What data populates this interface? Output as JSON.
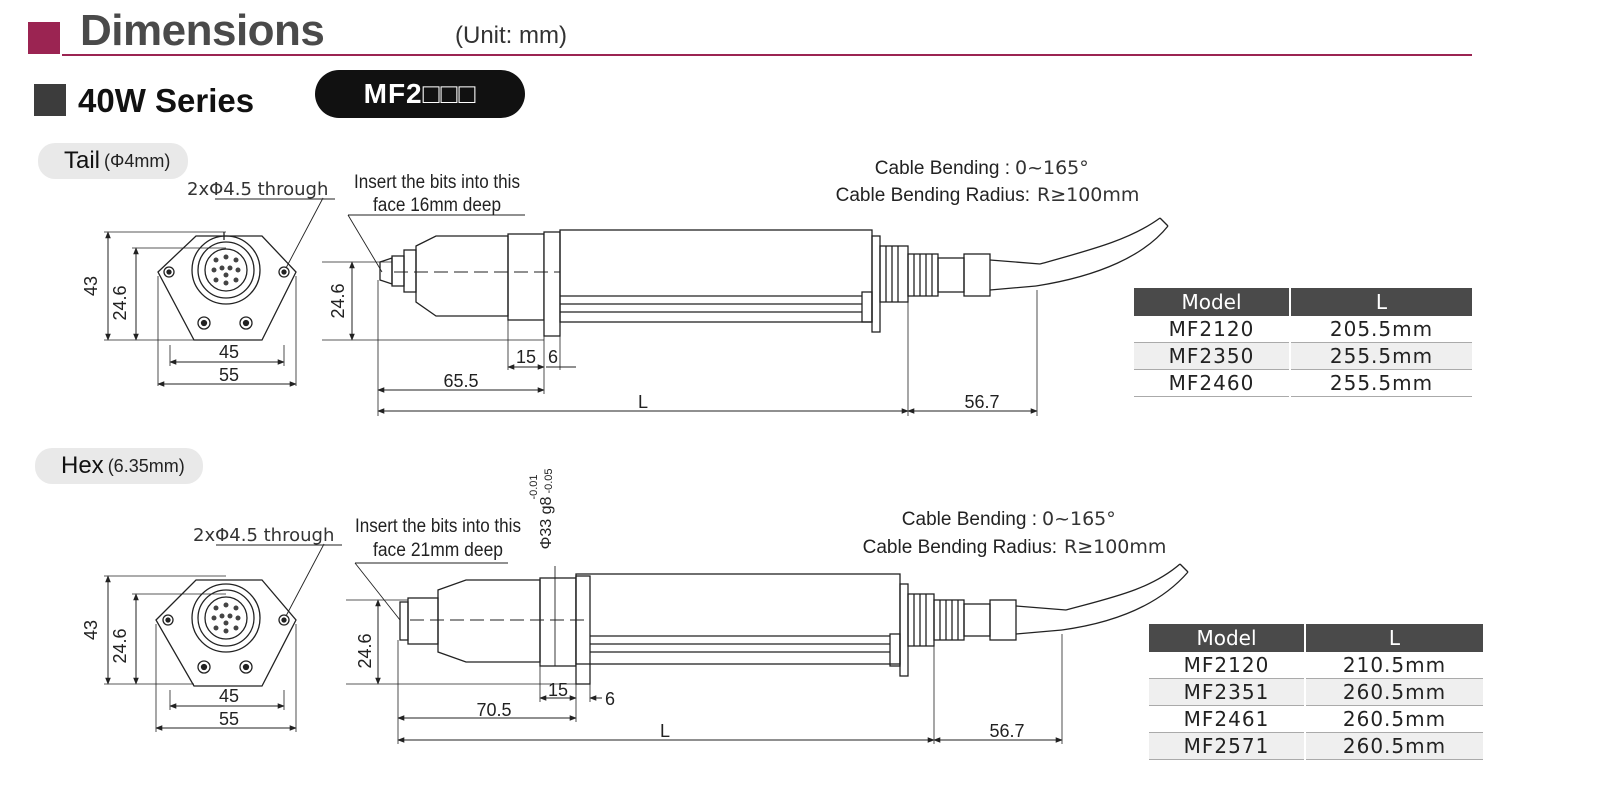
{
  "header": {
    "title": "Dimensions",
    "unit": "(Unit: mm)"
  },
  "series": {
    "title": "40W  Series",
    "model_prefix": "MF2",
    "model_suffix": "□□□"
  },
  "sections": [
    {
      "key": "tail",
      "label": "Tail",
      "label_sub": "(Φ4mm)",
      "hole_note": "2xΦ4.5 through",
      "insert_note_line1": "Insert the bits into this",
      "insert_note_line2": "face 16mm deep",
      "cable_bending": "Cable Bending : ",
      "cable_bending_value": "0~165°",
      "cable_radius": "Cable Bending Radius: ",
      "cable_radius_value": "R≥100mm",
      "dims": {
        "flange_h": "43",
        "connector_h": "24.6",
        "flange_inner": "45",
        "flange_outer": "55",
        "body_h": "24.6",
        "seg1": "15",
        "seg2": "6",
        "lead": "65.5",
        "length": "L",
        "tail": "56.7"
      },
      "table": {
        "headers": [
          "Model",
          "L"
        ],
        "rows": [
          [
            "MF2120",
            "205.5mm"
          ],
          [
            "MF2350",
            "255.5mm"
          ],
          [
            "MF2460",
            "255.5mm"
          ]
        ]
      }
    },
    {
      "key": "hex",
      "label": "Hex",
      "label_sub": "(6.35mm)",
      "hole_note": "2xΦ4.5 through",
      "insert_note_line1": "Insert the bits into this",
      "insert_note_line2": "face 21mm deep",
      "fit_label": "Φ33 g8",
      "fit_tol_upper": "-0.01",
      "fit_tol_lower": "-0.05",
      "cable_bending": "Cable Bending : ",
      "cable_bending_value": "0~165°",
      "cable_radius": "Cable Bending Radius: ",
      "cable_radius_value": "R≥100mm",
      "dims": {
        "flange_h": "43",
        "connector_h": "24.6",
        "flange_inner": "45",
        "flange_outer": "55",
        "body_h": "24.6",
        "seg1": "15",
        "seg2": "6",
        "lead": "70.5",
        "length": "L",
        "tail": "56.7"
      },
      "table": {
        "headers": [
          "Model",
          "L"
        ],
        "rows": [
          [
            "MF2120",
            "210.5mm"
          ],
          [
            "MF2351",
            "260.5mm"
          ],
          [
            "MF2461",
            "260.5mm"
          ],
          [
            "MF2571",
            "260.5mm"
          ]
        ]
      }
    }
  ],
  "colors": {
    "accent": "#9b2452",
    "dark": "#3c3c3c",
    "table_header": "#4a4a4a"
  }
}
